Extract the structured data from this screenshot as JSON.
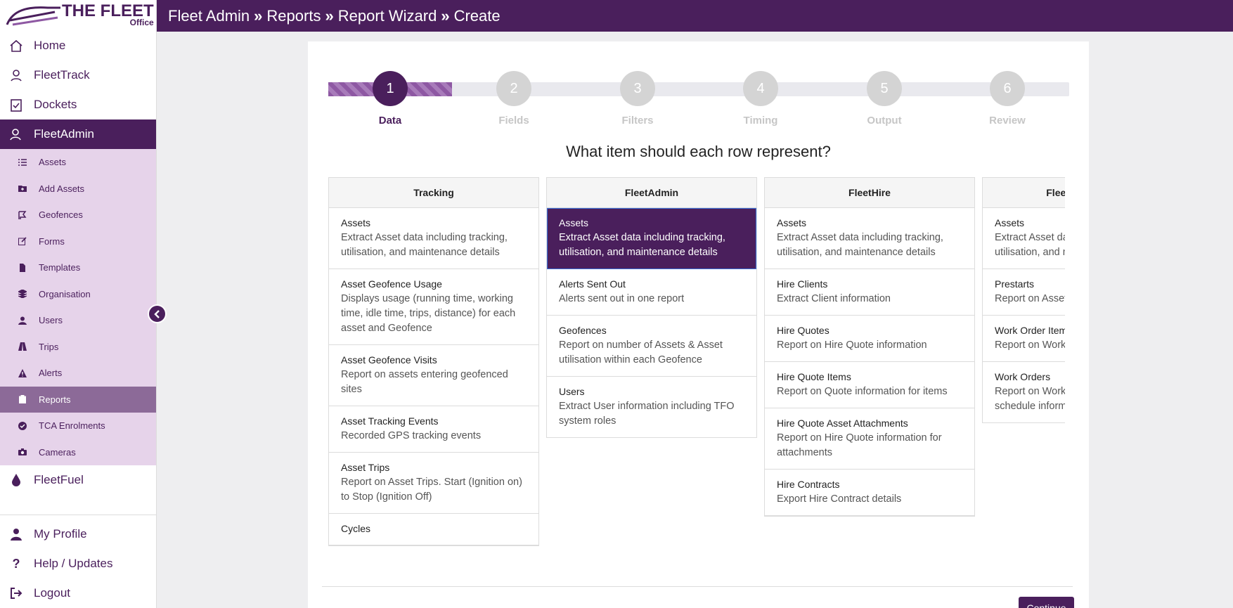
{
  "logo": {
    "main": "THE FLEET",
    "sub": "Office"
  },
  "header": {
    "crumbs": [
      "Fleet Admin",
      "Reports",
      "Report Wizard",
      "Create"
    ],
    "separator": "»"
  },
  "sidebar": {
    "main_top": [
      {
        "label": "Home",
        "icon": "home-icon"
      },
      {
        "label": "FleetTrack",
        "icon": "location-person-icon"
      },
      {
        "label": "Dockets",
        "icon": "clipboard-check-icon"
      },
      {
        "label": "FleetAdmin",
        "icon": "user-admin-icon",
        "active": true
      }
    ],
    "sub_items": [
      {
        "label": "Assets",
        "icon": "list-icon"
      },
      {
        "label": "Add Assets",
        "icon": "folder-plus-icon"
      },
      {
        "label": "Geofences",
        "icon": "map-fence-icon"
      },
      {
        "label": "Forms",
        "icon": "edit-icon"
      },
      {
        "label": "Templates",
        "icon": "file-icon"
      },
      {
        "label": "Organisation",
        "icon": "layers-icon"
      },
      {
        "label": "Users",
        "icon": "user-icon"
      },
      {
        "label": "Trips",
        "icon": "road-icon"
      },
      {
        "label": "Alerts",
        "icon": "warning-icon"
      },
      {
        "label": "Reports",
        "icon": "clipboard-icon",
        "active": true
      },
      {
        "label": "TCA Enrolments",
        "icon": "check-circle-icon"
      },
      {
        "label": "Cameras",
        "icon": "camera-icon"
      }
    ],
    "fleetfuel": {
      "label": "FleetFuel",
      "icon": "droplet-icon"
    },
    "bottom": [
      {
        "label": "My Profile",
        "icon": "user-icon"
      },
      {
        "label": "Help / Updates",
        "icon": "question-icon"
      },
      {
        "label": "Logout",
        "icon": "logout-icon"
      }
    ]
  },
  "wizard": {
    "steps": [
      {
        "number": "1",
        "label": "Data",
        "active": true
      },
      {
        "number": "2",
        "label": "Fields"
      },
      {
        "number": "3",
        "label": "Filters"
      },
      {
        "number": "4",
        "label": "Timing"
      },
      {
        "number": "5",
        "label": "Output"
      },
      {
        "number": "6",
        "label": "Review"
      }
    ],
    "progress_fraction": 0.167,
    "question": "What item should each row represent?",
    "columns": [
      {
        "title": "Tracking",
        "items": [
          {
            "title": "Assets",
            "desc": "Extract Asset data including tracking, utilisation, and maintenance details"
          },
          {
            "title": "Asset Geofence Usage",
            "desc": "Displays usage (running time, working time, idle time, trips, distance) for each asset and Geofence"
          },
          {
            "title": "Asset Geofence Visits",
            "desc": "Report on assets entering geofenced sites"
          },
          {
            "title": "Asset Tracking Events",
            "desc": "Recorded GPS tracking events"
          },
          {
            "title": "Asset Trips",
            "desc": "Report on Asset Trips. Start (Ignition on) to Stop (Ignition Off)"
          },
          {
            "title": "Cycles",
            "desc": ""
          }
        ]
      },
      {
        "title": "FleetAdmin",
        "items": [
          {
            "title": "Assets",
            "desc": "Extract Asset data including tracking, utilisation, and maintenance details",
            "selected": true
          },
          {
            "title": "Alerts Sent Out",
            "desc": "Alerts sent out in one report"
          },
          {
            "title": "Geofences",
            "desc": "Report on number of Assets & Asset utilisation within each Geofence"
          },
          {
            "title": "Users",
            "desc": "Extract User information including TFO system roles"
          }
        ]
      },
      {
        "title": "FleetHire",
        "items": [
          {
            "title": "Assets",
            "desc": "Extract Asset data including tracking, utilisation, and maintenance details"
          },
          {
            "title": "Hire Clients",
            "desc": "Extract Client information"
          },
          {
            "title": "Hire Quotes",
            "desc": "Report on Hire Quote information"
          },
          {
            "title": "Hire Quote Items",
            "desc": "Report on Quote information for items"
          },
          {
            "title": "Hire Quote Asset Attachments",
            "desc": "Report on Hire Quote information for attachments"
          },
          {
            "title": "Hire Contracts",
            "desc": "Export Hire Contract details"
          }
        ]
      },
      {
        "title": "FleetMaintenance",
        "items": [
          {
            "title": "Assets",
            "desc": "Extract Asset data including tracking, utilisation, and maintenance details"
          },
          {
            "title": "Prestarts",
            "desc": "Report on Asset Prestarts"
          },
          {
            "title": "Work Order Items",
            "desc": "Report on Work Order Items"
          },
          {
            "title": "Work Orders",
            "desc": "Report on Work Orders including schedule information"
          }
        ]
      }
    ],
    "continue_label": "Continue"
  }
}
